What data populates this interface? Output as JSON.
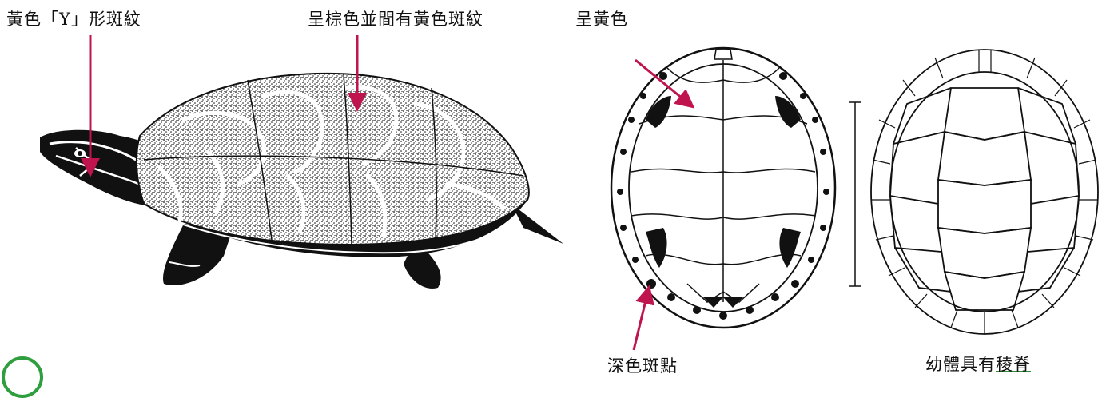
{
  "labels": {
    "head_marking": "黃色「Y」形斑紋",
    "shell_color": "呈棕色並間有黃色斑紋",
    "plastron_color": "呈黃色",
    "dark_spots": "深色斑點",
    "juvenile_prefix": "幼體具有",
    "juvenile_keel": "稜脊"
  },
  "colors": {
    "arrow": "#c0144f",
    "ink": "#111111",
    "accent_green": "#2e9e3e"
  },
  "figures": [
    "turtle-side-view",
    "plastron-ventral-view",
    "juvenile-carapace-view"
  ]
}
